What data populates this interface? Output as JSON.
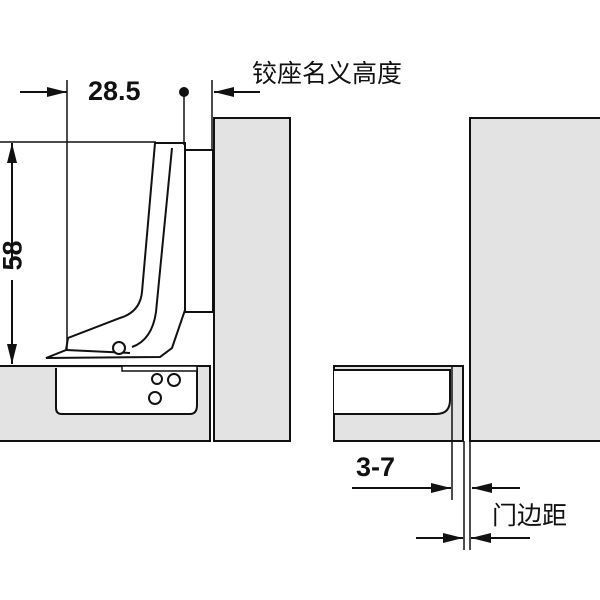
{
  "labels": {
    "hinge_base_height": "铰座名义高度",
    "door_gap": "门边距",
    "overlay_range": "3-7",
    "width_dim": "28.5",
    "height_dim": "58"
  },
  "colors": {
    "panel_fill": "#e3e3e3",
    "stroke": "#111111",
    "background": "#ffffff"
  },
  "icons": {
    "arrow": "arrow-icon",
    "reference_point": "dot-icon"
  }
}
